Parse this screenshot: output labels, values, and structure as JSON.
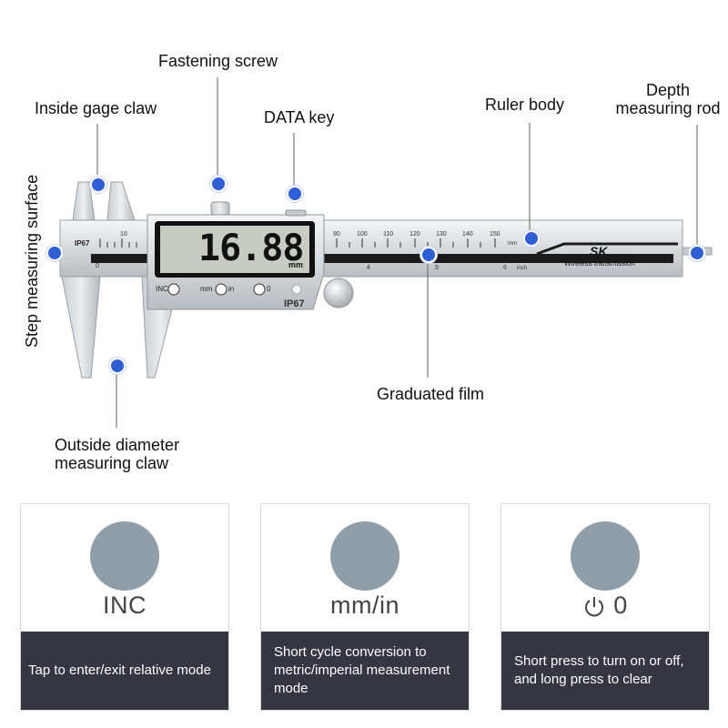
{
  "labels": {
    "fastening_screw": "Fastening screw",
    "inside_gage_claw": "Inside gage claw",
    "data_key": "DATA key",
    "ruler_body": "Ruler body",
    "depth_rod_line1": "Depth",
    "depth_rod_line2": "measuring rod",
    "step_surface": "Step measuring surface",
    "graduated_film": "Graduated film",
    "outside_claw_line1": "Outside diameter",
    "outside_claw_line2": "measuring claw"
  },
  "caliper": {
    "display_value": "16.88",
    "display_unit": "mm",
    "ip_rating": "IP67",
    "ip_rating_jaw": "IP67",
    "btn_inc": "INC",
    "btn_mm": "mm",
    "btn_in": "in",
    "btn_zero": "0",
    "brand": "SK",
    "wireless_text": "Wireless transmission",
    "scale_top": [
      "10",
      "90",
      "100",
      "110",
      "120",
      "130",
      "140",
      "150",
      "mm"
    ],
    "scale_bottom": [
      "0",
      "4",
      "5",
      "6",
      "inch"
    ]
  },
  "buttons": [
    {
      "name": "INC",
      "description": "Tap to enter/exit relative mode"
    },
    {
      "name": "mm/in",
      "description": "Short cycle conversion to metric/imperial measurement mode"
    },
    {
      "name": "0",
      "description": "Short press to turn on or off, and long press to clear"
    }
  ],
  "colors": {
    "dot": "#2f5fd4",
    "panel_dark": "#343742",
    "button_grey": "#8f9ea8"
  }
}
